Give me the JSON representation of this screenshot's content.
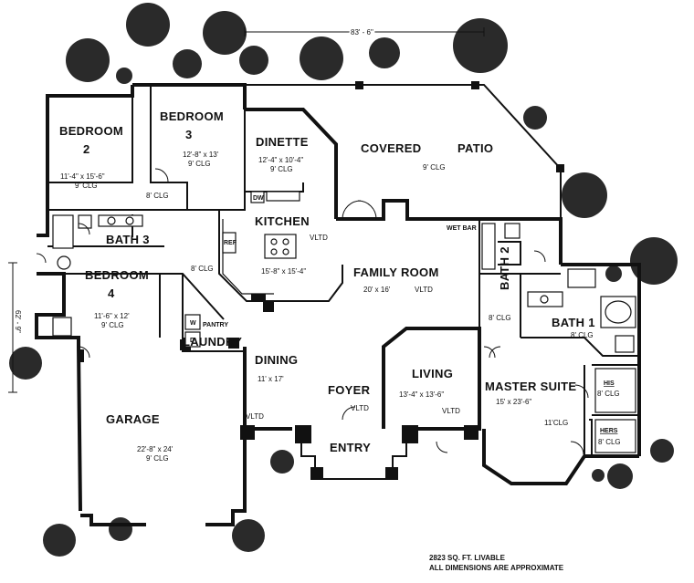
{
  "overall_width": "83' - 6\"",
  "overall_depth": "62' - 9\"",
  "rooms": {
    "bedroom2": {
      "name": "BEDROOM",
      "num": "2",
      "size": "11'-4\" x 15'-6\"",
      "ceiling": "9' CLG"
    },
    "bedroom3": {
      "name": "BEDROOM",
      "num": "3",
      "size": "12'-8\" x 13'",
      "ceiling": "9' CLG"
    },
    "dinette": {
      "name": "DINETTE",
      "size": "12'-4\" x 10'-4\"",
      "ceiling": "9' CLG"
    },
    "covered_patio": {
      "name1": "COVERED",
      "name2": "PATIO",
      "ceiling": "9' CLG"
    },
    "kitchen": {
      "name": "KITCHEN",
      "size": "15'-8\" x 15'-4\"",
      "vltd": "VLTD",
      "dw": "DW",
      "ref": "REF"
    },
    "bath3": {
      "name": "BATH 3"
    },
    "hall": {
      "ceiling1": "8' CLG",
      "ceiling2": "8' CLG"
    },
    "bedroom4": {
      "name": "BEDROOM",
      "num": "4",
      "size": "11'-6\" x 12'",
      "ceiling": "9' CLG"
    },
    "family_room": {
      "name": "FAMILY ROOM",
      "size": "20' x 16'",
      "vltd": "VLTD",
      "wet_bar": "WET BAR"
    },
    "bath2": {
      "name": "BATH 2"
    },
    "bath1": {
      "name": "BATH 1",
      "ceiling": "8' CLG",
      "side_ceiling": "8' CLG"
    },
    "laundry": {
      "name": "LAUNDRY",
      "pantry": "PANTRY",
      "w": "W",
      "d": "D"
    },
    "dining": {
      "name": "DINING",
      "size": "11' x 17'",
      "vltd": "VLTD"
    },
    "foyer": {
      "name": "FOYER",
      "vltd": "VLTD"
    },
    "living": {
      "name": "LIVING",
      "size": "13'-4\" x 13'-6\"",
      "vltd": "VLTD"
    },
    "master_suite": {
      "name": "MASTER SUITE",
      "size": "15' x 23'-6\"",
      "ceiling": "11'CLG"
    },
    "his": {
      "name": "HIS",
      "ceiling": "8' CLG"
    },
    "hers": {
      "name": "HERS",
      "ceiling": "8' CLG"
    },
    "garage": {
      "name": "GARAGE",
      "size": "22'-8\" x 24'",
      "ceiling": "9' CLG"
    },
    "entry": {
      "name": "ENTRY"
    }
  },
  "notes": {
    "line1": "2823 SQ. FT. LIVABLE",
    "line2": "ALL DIMENSIONS ARE APPROXIMATE"
  }
}
